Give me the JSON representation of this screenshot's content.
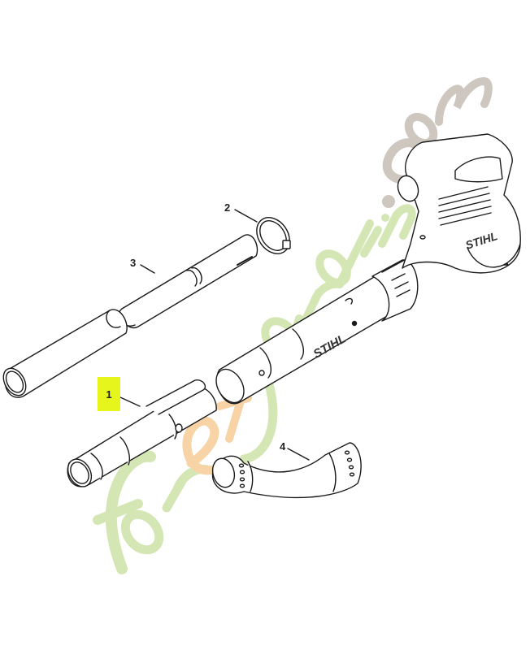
{
  "diagram": {
    "type": "exploded-parts-view",
    "subject": "handheld leaf blower with blower tubes",
    "brand_marking": "STIHL",
    "line_color": "#1a1a1a",
    "highlight_color": "#e6f51c",
    "parts": [
      {
        "number": "1",
        "name": "nozzle tube",
        "highlighted": true
      },
      {
        "number": "2",
        "name": "hose clamp",
        "highlighted": false
      },
      {
        "number": "3",
        "name": "extension tube",
        "highlighted": false
      },
      {
        "number": "4",
        "name": "curved nozzle",
        "highlighted": false
      }
    ]
  },
  "watermark": {
    "text_parts": [
      {
        "text": "for",
        "color": "#d5e6b5"
      },
      {
        "text": "e",
        "color": "#f7d3a6"
      },
      {
        "text": "tjardin",
        "color": "#d5e6b5"
      },
      {
        "text": ".com",
        "color": "#cdc7bf"
      }
    ]
  },
  "labels": {
    "p1": "1",
    "p2": "2",
    "p3": "3",
    "p4": "4",
    "brand_body": "STIHL",
    "brand_tube": "STIHL"
  }
}
